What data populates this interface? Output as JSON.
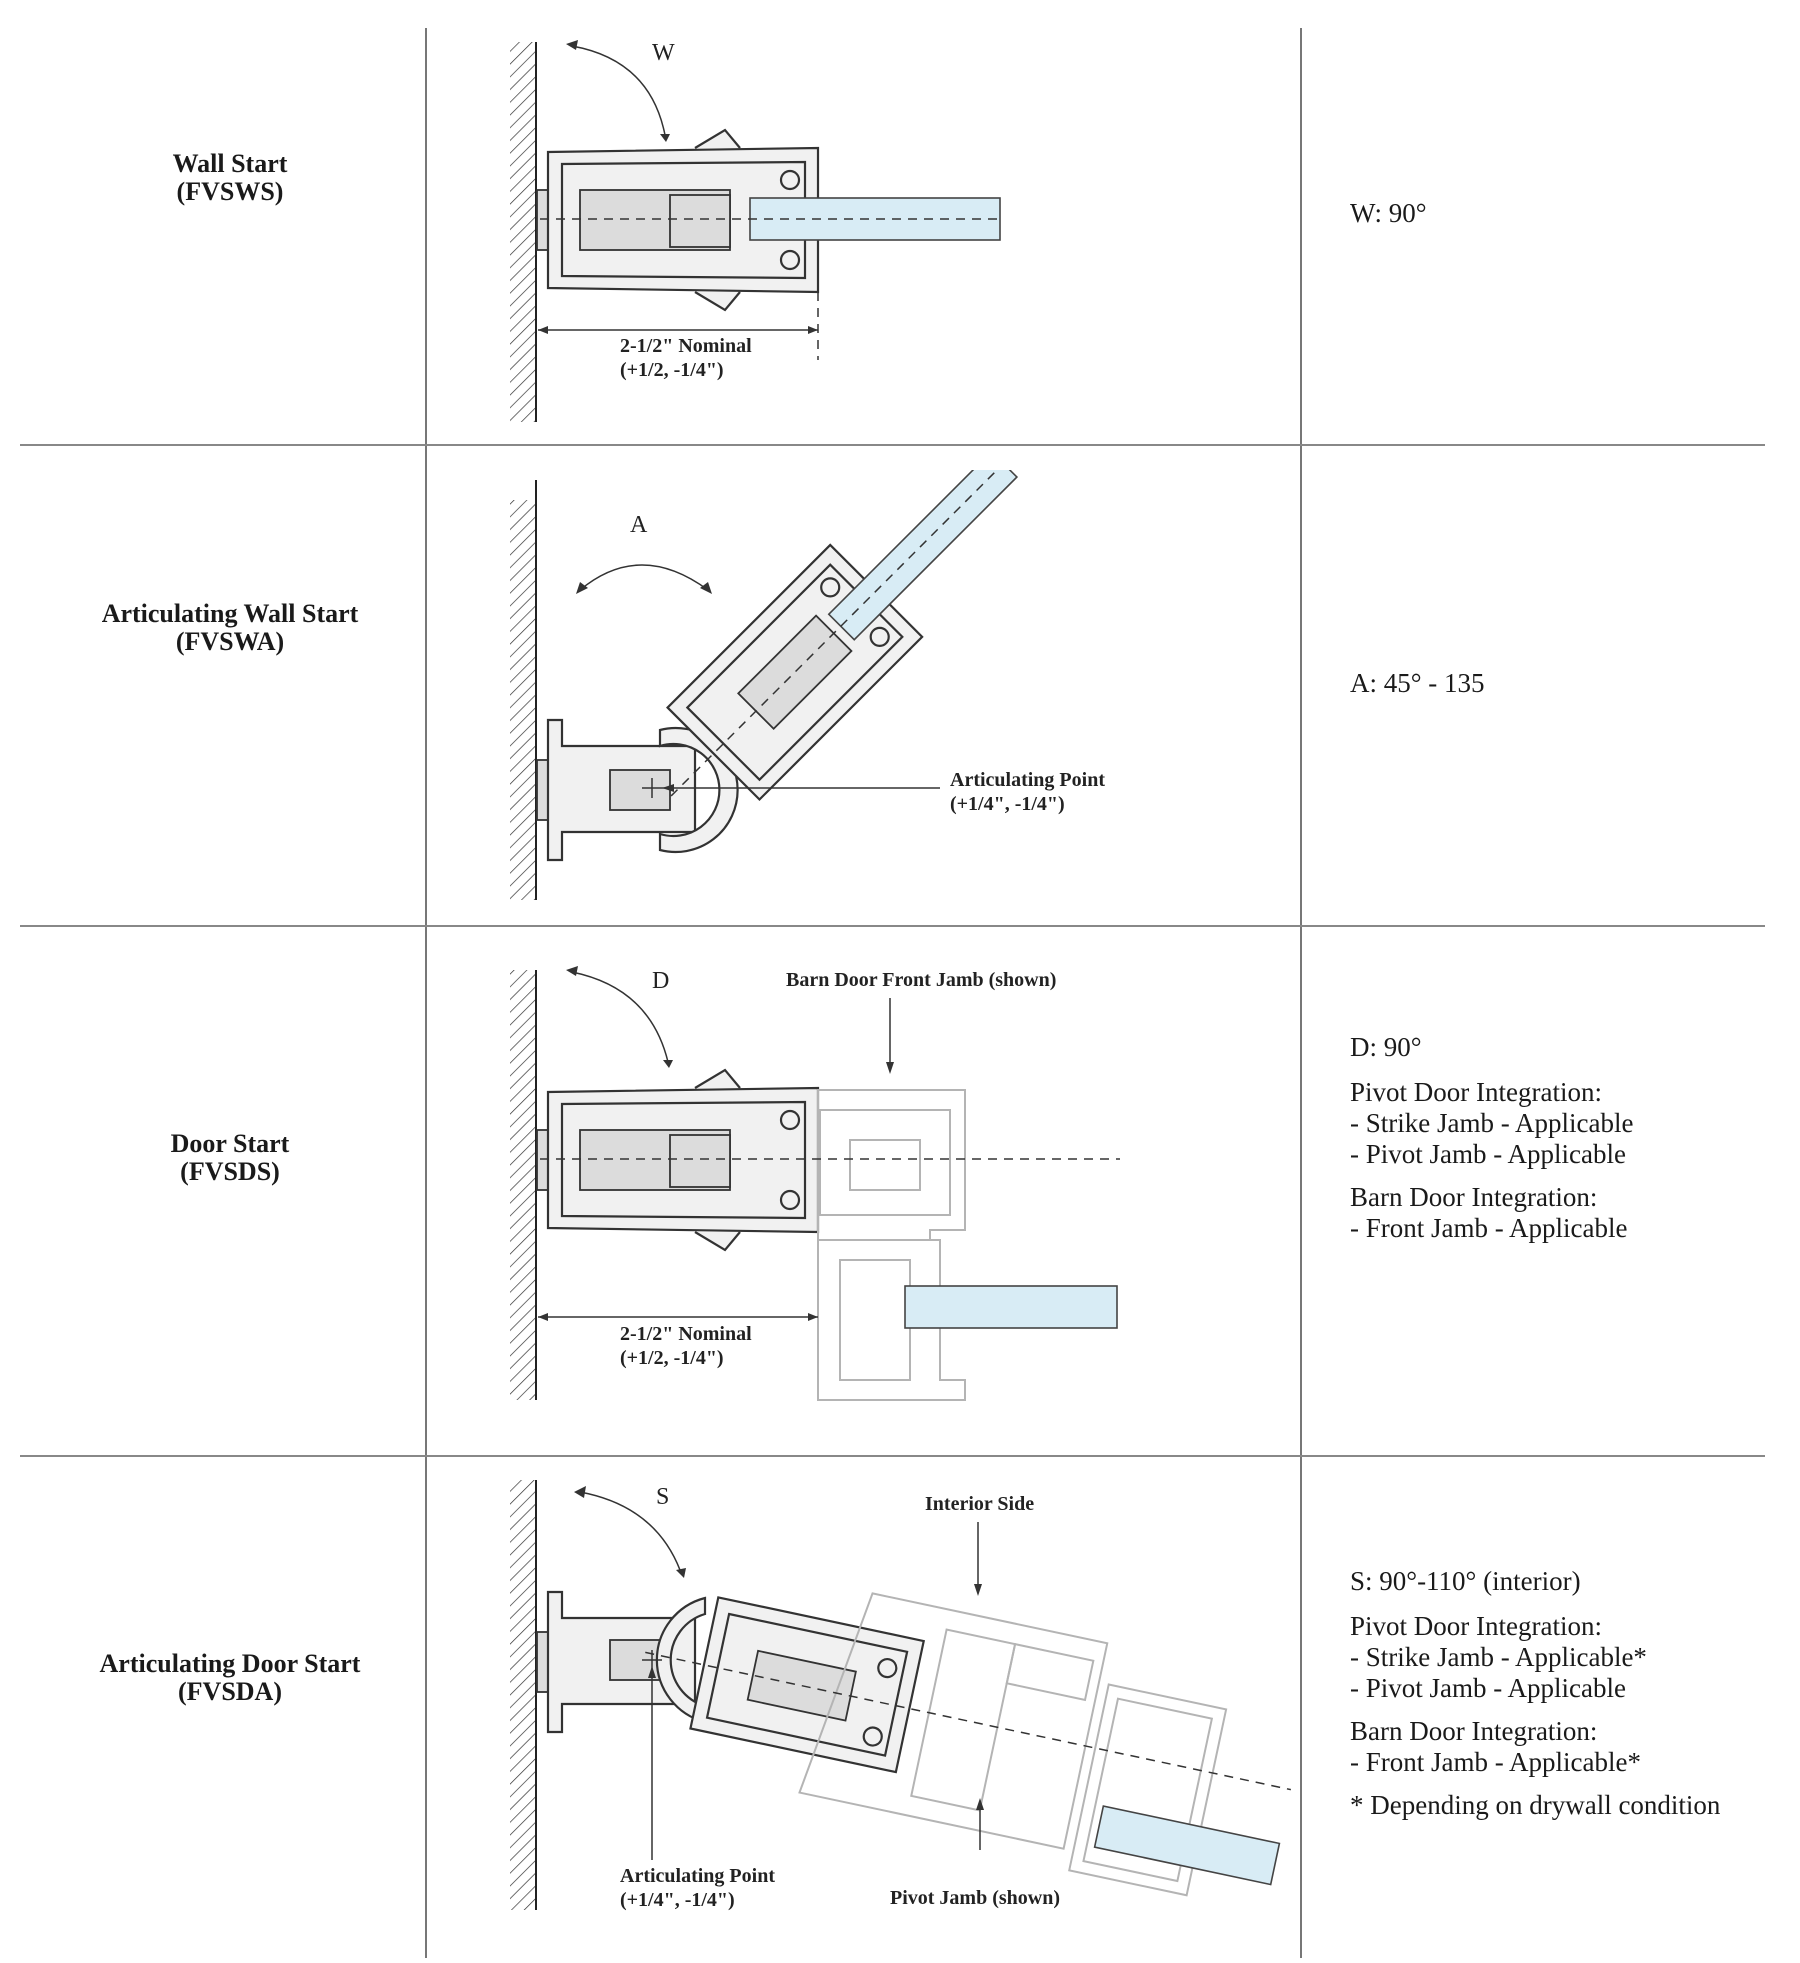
{
  "rows": [
    {
      "name_line1": "Wall Start",
      "name_line2": "(FVSWS)",
      "angle_letter": "W",
      "dimension_line1": "2-1/2\" Nominal",
      "dimension_line2": "(+1/2, -1/4\")",
      "specs": [
        "W: 90°"
      ]
    },
    {
      "name_line1": "Articulating Wall Start",
      "name_line2": "(FVSWA)",
      "angle_letter": "A",
      "callout_line1": "Articulating Point",
      "callout_line2": "(+1/4\", -1/4\")",
      "specs": [
        "A: 45° - 135"
      ]
    },
    {
      "name_line1": "Door Start",
      "name_line2": "(FVSDS)",
      "angle_letter": "D",
      "callout_top": "Barn Door Front Jamb (shown)",
      "dimension_line1": "2-1/2\" Nominal",
      "dimension_line2": "(+1/2, -1/4\")",
      "specs": [
        "D: 90°"
      ],
      "groups": [
        {
          "title": "Pivot Door Integration:",
          "items": [
            "- Strike Jamb - Applicable",
            "- Pivot Jamb - Applicable"
          ]
        },
        {
          "title": "Barn Door Integration:",
          "items": [
            "- Front Jamb - Applicable"
          ]
        }
      ]
    },
    {
      "name_line1": "Articulating Door Start",
      "name_line2": "(FVSDA)",
      "angle_letter": "S",
      "callout_top": "Interior Side",
      "callout_line1": "Articulating Point",
      "callout_line2": "(+1/4\", -1/4\")",
      "callout_bottom": "Pivot Jamb (shown)",
      "specs": [
        "S: 90°-110° (interior)"
      ],
      "groups": [
        {
          "title": "Pivot Door Integration:",
          "items": [
            "- Strike Jamb - Applicable*",
            "- Pivot Jamb - Applicable"
          ]
        },
        {
          "title": "Barn Door Integration:",
          "items": [
            "- Front Jamb - Applicable*"
          ]
        },
        {
          "title": "* Depending on drywall condition",
          "items": []
        }
      ]
    }
  ]
}
